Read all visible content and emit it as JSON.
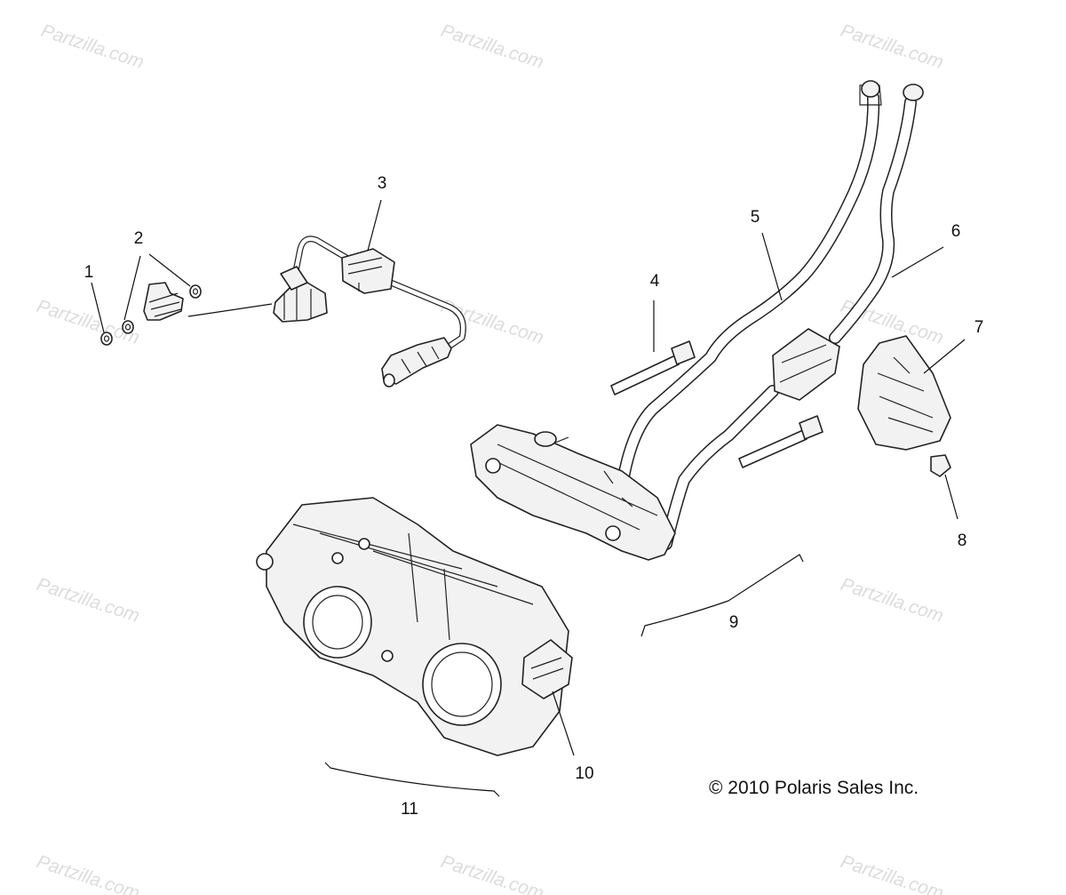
{
  "watermark": "Partzilla.com",
  "callouts": [
    "1",
    "2",
    "3",
    "4",
    "5",
    "6",
    "7",
    "8",
    "9",
    "10",
    "11"
  ],
  "copyright": "© 2010 Polaris Sales Inc."
}
